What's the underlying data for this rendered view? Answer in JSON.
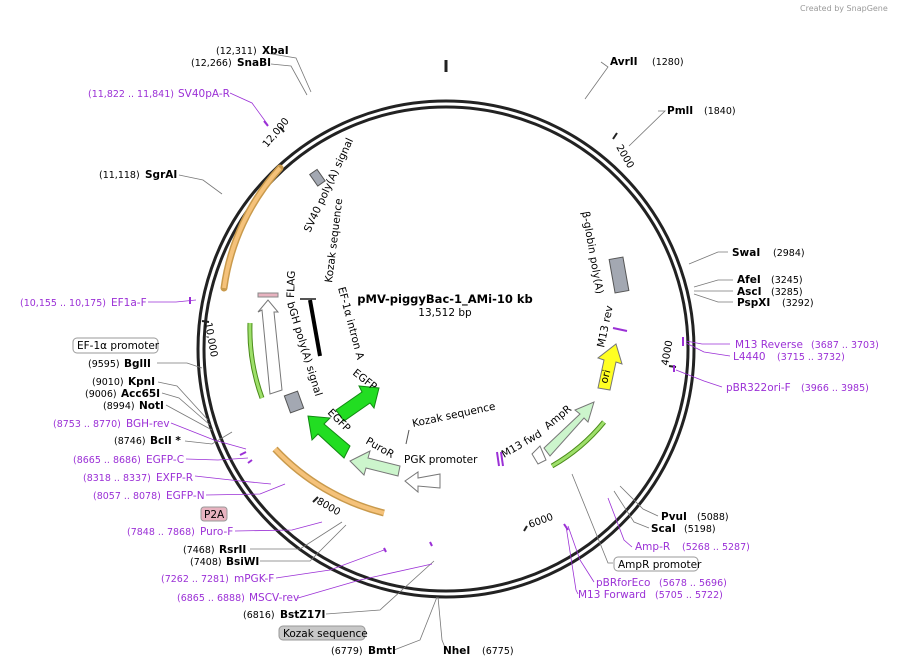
{
  "watermark": "Created by SnapGene",
  "plasmid": {
    "name": "pMV-piggyBac-1_AMi-10 kb",
    "length": "13,512 bp"
  },
  "ticks": [
    "2000",
    "4000",
    "6000",
    "8000",
    "10,000",
    "12,000"
  ],
  "sites_right": [
    {
      "name": "AvrII",
      "pos": "(1280)"
    },
    {
      "name": "PmlI",
      "pos": "(1840)"
    },
    {
      "name": "SwaI",
      "pos": "(2984)"
    },
    {
      "name": "AfeI",
      "pos": "(3245)"
    },
    {
      "name": "AscI",
      "pos": "(3285)"
    },
    {
      "name": "PspXI",
      "pos": "(3292)"
    },
    {
      "name": "PvuI",
      "pos": "(5088)"
    },
    {
      "name": "ScaI",
      "pos": "(5198)"
    },
    {
      "name": "NheI",
      "pos": "(6775)"
    }
  ],
  "sites_left": [
    {
      "name": "XbaI",
      "pos": "(12,311)"
    },
    {
      "name": "SnaBI",
      "pos": "(12,266)"
    },
    {
      "name": "SgrAI",
      "pos": "(11,118)"
    },
    {
      "name": "BglII",
      "pos": "(9595)"
    },
    {
      "name": "KpnI",
      "pos": "(9010)"
    },
    {
      "name": "Acc65I",
      "pos": "(9006)"
    },
    {
      "name": "NotI",
      "pos": "(8994)"
    },
    {
      "name": "BclI *",
      "pos": "(8746)"
    },
    {
      "name": "RsrII",
      "pos": "(7468)"
    },
    {
      "name": "BsiWI",
      "pos": "(7408)"
    },
    {
      "name": "BstZ17I",
      "pos": "(6816)"
    },
    {
      "name": "BmtI",
      "pos": "(6779)"
    }
  ],
  "primers_right": [
    {
      "name": "M13 Reverse",
      "pos": "(3687 .. 3703)"
    },
    {
      "name": "L4440",
      "pos": "(3715 .. 3732)"
    },
    {
      "name": "pBR322ori-F",
      "pos": "(3966 .. 3985)"
    },
    {
      "name": "Amp-R",
      "pos": "(5268 .. 5287)"
    },
    {
      "name": "pBRforEco",
      "pos": "(5678 .. 5696)"
    },
    {
      "name": "M13 Forward",
      "pos": "(5705 .. 5722)"
    }
  ],
  "primers_left": [
    {
      "name": "SV40pA-R",
      "pos": "(11,822 .. 11,841)"
    },
    {
      "name": "EF1a-F",
      "pos": "(10,155 .. 10,175)"
    },
    {
      "name": "BGH-rev",
      "pos": "(8753 .. 8770)"
    },
    {
      "name": "EGFP-C",
      "pos": "(8665 .. 8686)"
    },
    {
      "name": "EXFP-R",
      "pos": "(8318 .. 8337)"
    },
    {
      "name": "EGFP-N",
      "pos": "(8057 .. 8078)"
    },
    {
      "name": "Puro-F",
      "pos": "(7848 .. 7868)"
    },
    {
      "name": "mPGK-F",
      "pos": "(7262 .. 7281)"
    },
    {
      "name": "MSCV-rev",
      "pos": "(6865 .. 6888)"
    }
  ],
  "boxed_labels": {
    "ef1a_promoter": "EF-1α promoter",
    "p2a": "P2A",
    "ampr_promoter": "AmpR promoter",
    "kozak": "Kozak sequence"
  },
  "inner_features": {
    "sv40_polya_signal": "SV40 poly(A) signal",
    "kozak_inner": "Kozak sequence",
    "flag": "FLAG",
    "ef1a_intron": "EF-1α intron A",
    "bgh_signal": "bGH poly(A) signal",
    "egfp1": "EGFP",
    "egfp2": "EGFP",
    "kozak_lower": "Kozak sequence",
    "puror": "PuroR",
    "pgk": "PGK promoter",
    "bglobin": "β-globin poly(A)",
    "m13rev": "M13 rev",
    "ori": "ori",
    "m13fwd": "M13 fwd",
    "ampr": "AmpR"
  },
  "colors": {
    "backbone": "#222222",
    "primer": "#9b30d6",
    "orange_feature": "#f5c27a",
    "green_feature": "#22dd22",
    "light_green": "#ccf5cc",
    "yellow_ori": "#ffff22",
    "gray_feature": "#a3a8b2",
    "p2a_fill": "#e8b3c0"
  }
}
